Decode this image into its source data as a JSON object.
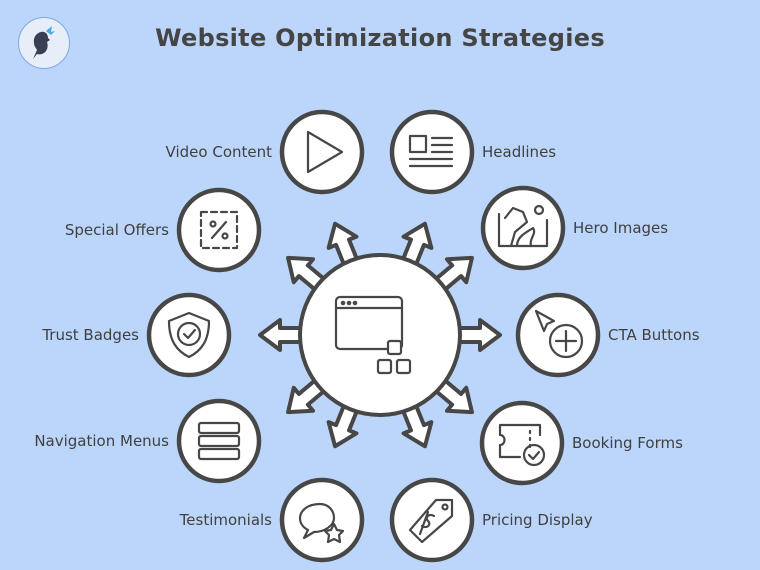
{
  "title": "Website Optimization Strategies",
  "colors": {
    "background": "#bcd6fb",
    "stroke": "#474747",
    "fill": "#ffffff"
  },
  "center": {
    "icon": "browser-window-icon"
  },
  "strategies": [
    {
      "label": "Video Content",
      "icon": "play-icon",
      "side": "left"
    },
    {
      "label": "Headlines",
      "icon": "article-icon",
      "side": "right"
    },
    {
      "label": "Special Offers",
      "icon": "percent-tag-icon",
      "side": "left"
    },
    {
      "label": "Hero Images",
      "icon": "landscape-image-icon",
      "side": "right"
    },
    {
      "label": "Trust Badges",
      "icon": "shield-check-icon",
      "side": "left"
    },
    {
      "label": "CTA Buttons",
      "icon": "cursor-plus-icon",
      "side": "right"
    },
    {
      "label": "Navigation Menus",
      "icon": "menu-bars-icon",
      "side": "left"
    },
    {
      "label": "Booking Forms",
      "icon": "ticket-check-icon",
      "side": "right"
    },
    {
      "label": "Testimonials",
      "icon": "speech-star-icon",
      "side": "left"
    },
    {
      "label": "Pricing Display",
      "icon": "price-tag-icon",
      "side": "right"
    }
  ]
}
